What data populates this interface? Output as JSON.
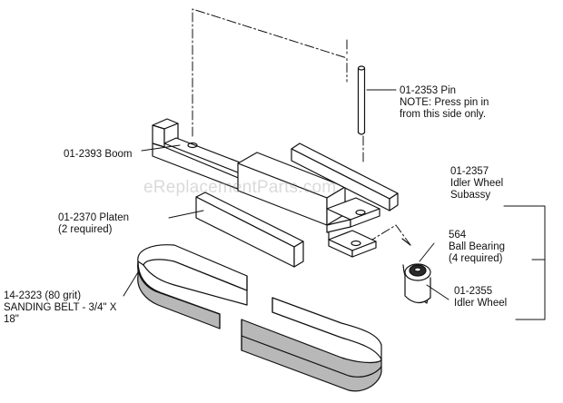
{
  "labels": {
    "pin": [
      "01-2353 Pin",
      "NOTE: Press pin in",
      "from this side only."
    ],
    "boom": [
      "01-2393 Boom"
    ],
    "subassy": [
      "01-2357",
      "Idler Wheel",
      "Subassy"
    ],
    "platen": [
      "01-2370  Platen",
      "(2 required)"
    ],
    "bearing": [
      "564",
      "Ball Bearing",
      "(4 required)"
    ],
    "idler_wheel": [
      "01-2355",
      "Idler Wheel"
    ],
    "belt": [
      "14-2323 (80 grit)",
      "SANDING BELT - 3/4\" X",
      "18\""
    ]
  },
  "watermark": "eReplacementParts.com",
  "colors": {
    "line": "#111111",
    "belt_fill": "#b8b8b8",
    "dark_fill": "#2a2a2a",
    "watermark": "#969696"
  }
}
